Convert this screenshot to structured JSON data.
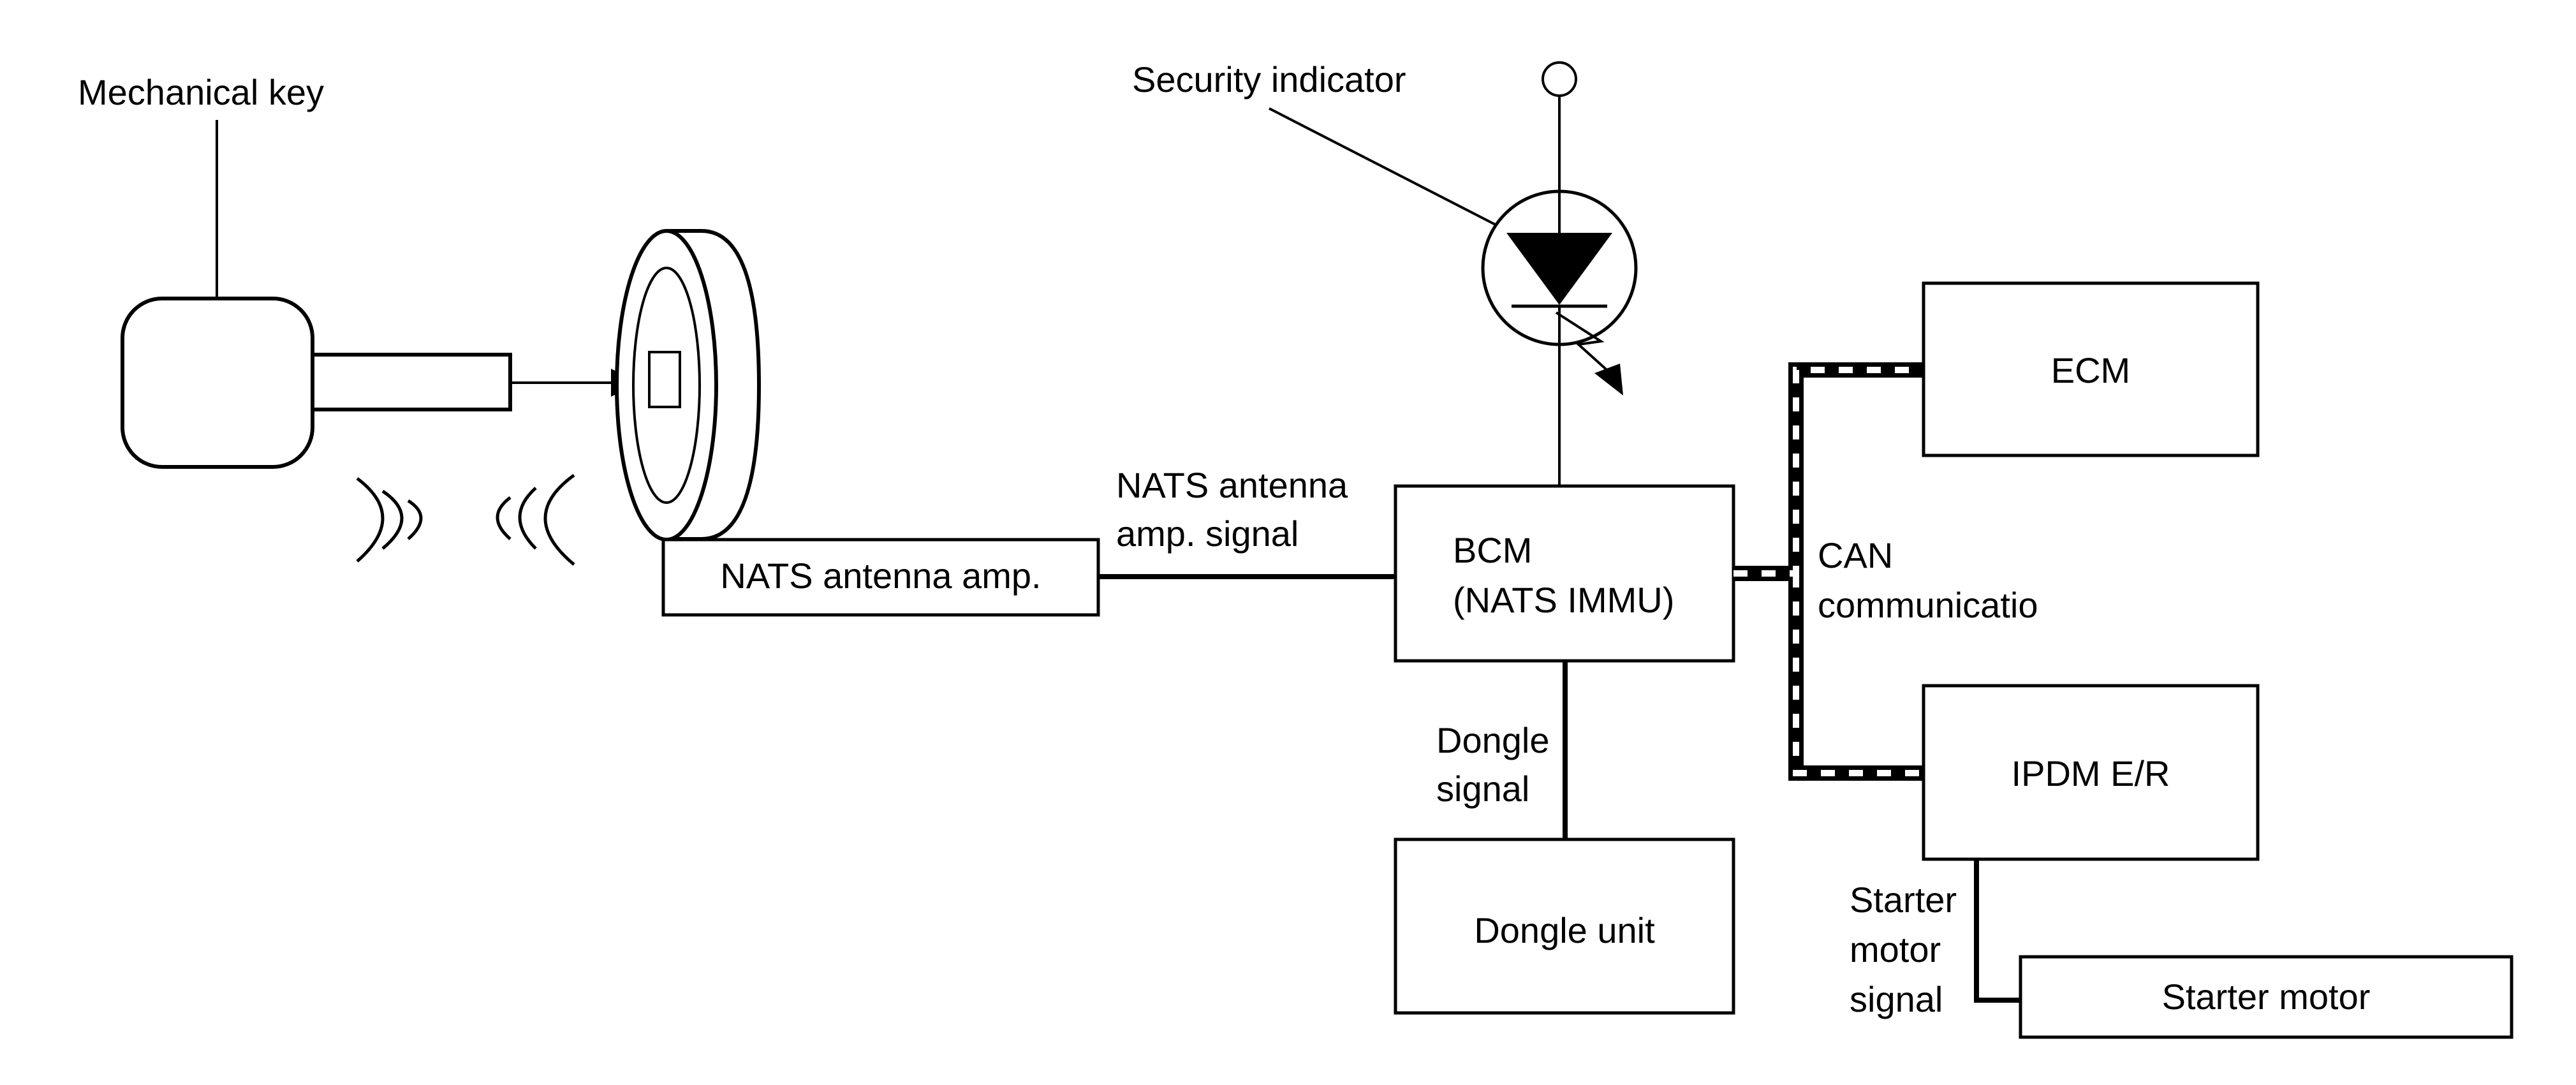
{
  "labels": {
    "mechanical_key": "Mechanical key",
    "security_indicator": "Security indicator",
    "nats_signal_line1": "NATS antenna",
    "nats_signal_line2": "amp. signal",
    "can_line1": "CAN",
    "can_line2": "communicatio",
    "dongle_signal_line1": "Dongle",
    "dongle_signal_line2": "signal",
    "starter_signal_line1": "Starter",
    "starter_signal_line2": "motor",
    "starter_signal_line3": "signal"
  },
  "boxes": {
    "nats_antenna_amp": "NATS antenna amp.",
    "bcm_line1": "BCM",
    "bcm_line2": "(NATS IMMU)",
    "ecm": "ECM",
    "ipdm": "IPDM E/R",
    "dongle_unit": "Dongle unit",
    "starter_motor": "Starter motor"
  },
  "colors": {
    "line": "#000000",
    "background": "#ffffff"
  }
}
